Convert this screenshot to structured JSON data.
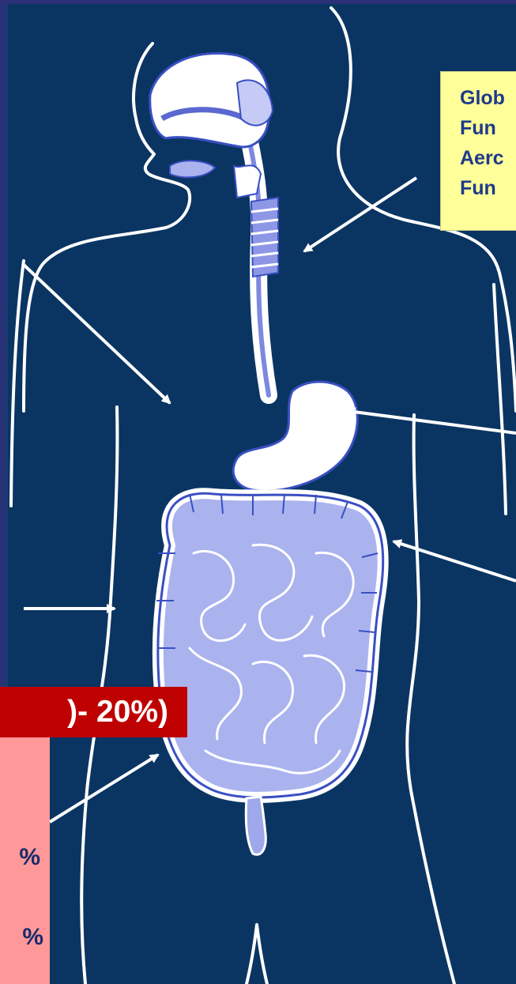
{
  "callout_top_right": {
    "lines": [
      "Glob",
      "Fun",
      "Aerc",
      "Fun"
    ]
  },
  "banner": {
    "text": ")- 20%)"
  },
  "side_panel": {
    "line1": "%",
    "line2": "%"
  },
  "colors": {
    "background": "#0a3563",
    "outline": "#ffffff",
    "organ_fill": "#9ea8ea",
    "organ_stroke": "#3a4fc2",
    "callout_yellow": "#ffff99",
    "callout_text": "#1f3a8a",
    "banner_red": "#bf0000",
    "panel_pink": "#ff9999"
  }
}
